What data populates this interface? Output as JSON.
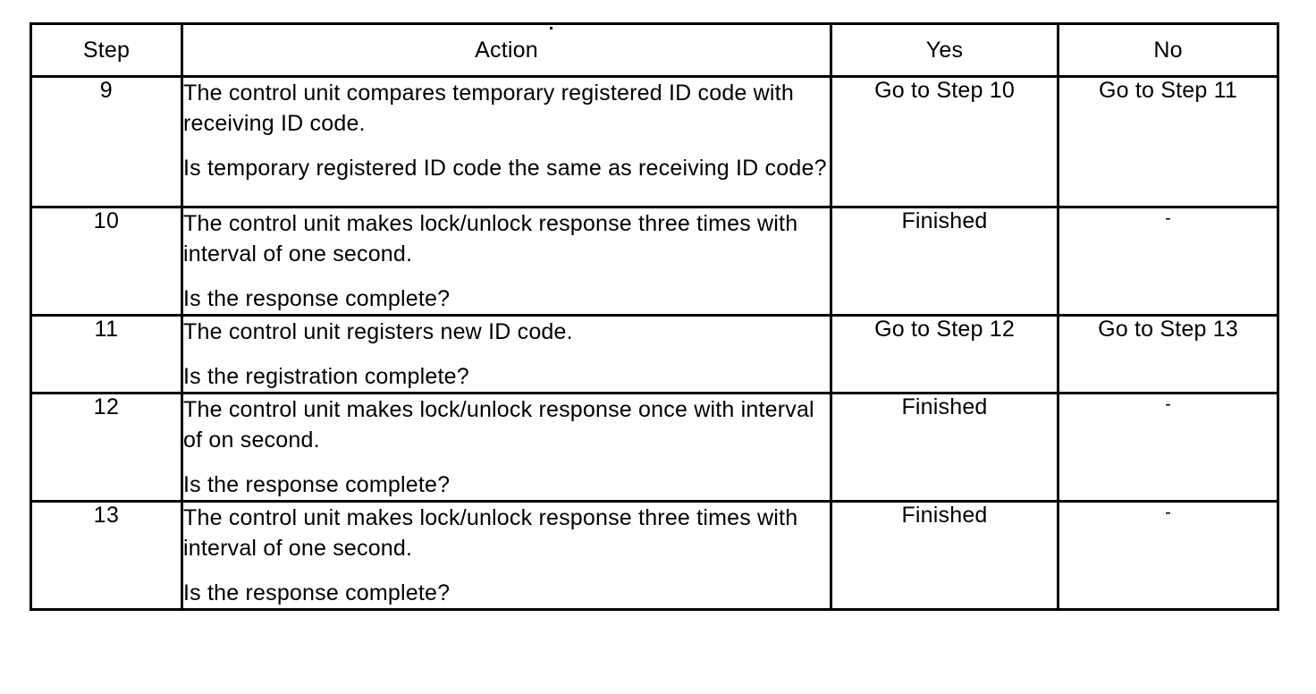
{
  "table": {
    "columns": [
      {
        "key": "step",
        "label": "Step"
      },
      {
        "key": "action",
        "label": "Action"
      },
      {
        "key": "yes",
        "label": "Yes"
      },
      {
        "key": "no",
        "label": "No"
      }
    ],
    "rows": [
      {
        "step": "9",
        "action_line1": "The control unit compares temporary registered ID code with receiving ID code.",
        "action_line2": "Is temporary registered ID code the same as receiving ID code?",
        "yes": "Go to Step 10",
        "no": "Go to Step 11"
      },
      {
        "step": "10",
        "action_line1": "The control unit makes lock/unlock response three times with interval of one second.",
        "action_line2": "Is the response complete?",
        "yes": "Finished",
        "no": "-"
      },
      {
        "step": "11",
        "action_line1": "The control unit registers new ID code.",
        "action_line2": "Is the registration complete?",
        "yes": "Go to Step 12",
        "no": "Go to Step 13"
      },
      {
        "step": "12",
        "action_line1": "The control unit makes lock/unlock response once with interval of on second.",
        "action_line2": "Is the response complete?",
        "yes": "Finished",
        "no": "-"
      },
      {
        "step": "13",
        "action_line1": "The control unit makes lock/unlock response three times with interval of one second.",
        "action_line2": "Is the response complete?",
        "yes": "Finished",
        "no": "-"
      }
    ]
  },
  "colors": {
    "background": "#ffffff",
    "text": "#000000",
    "border": "#000000"
  }
}
